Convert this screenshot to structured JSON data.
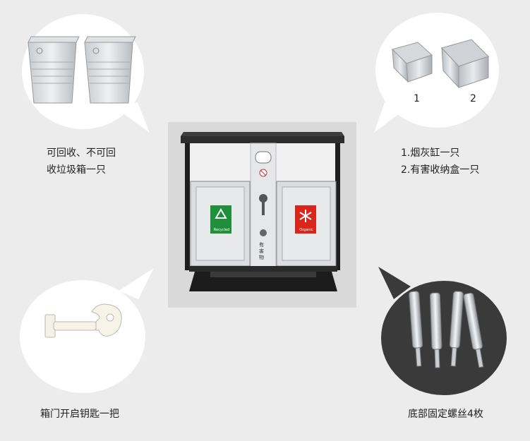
{
  "captions": {
    "bins": [
      "可回收、不可回",
      "收垃圾箱一只"
    ],
    "trays": [
      "1.烟灰缸一只",
      "2.有害收纳盒一只"
    ],
    "key": "箱门开启钥匙一把",
    "bolts": "底部固定螺丝4枚"
  },
  "tray_numbers": [
    "1",
    "2"
  ],
  "product": {
    "left_panel_label": "Recycled",
    "right_panel_label": "Organic",
    "middle_label": "有害物",
    "left_color": "#1f8f3a",
    "right_color": "#d9261c"
  }
}
